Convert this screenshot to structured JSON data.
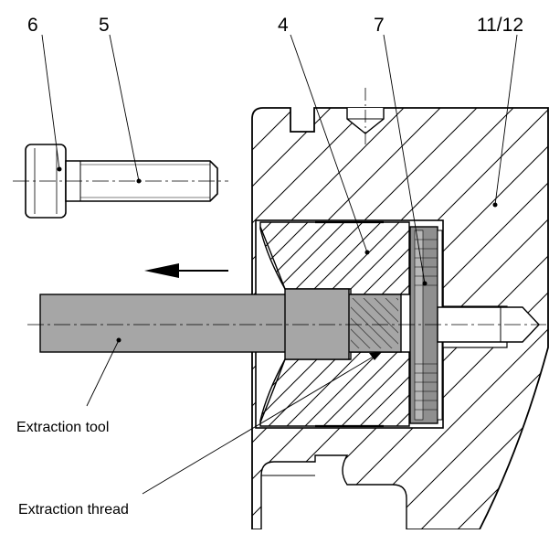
{
  "callouts": {
    "c6": "6",
    "c5": "5",
    "c4": "4",
    "c7": "7",
    "c1112": "11/12"
  },
  "captions": {
    "extraction_tool": "Extraction tool",
    "extraction_thread": "Extraction thread"
  },
  "colors": {
    "line": "#000000",
    "tool_fill": "#a6a6a6",
    "seal_fill": "#8f8f8f",
    "body_fill": "#ffffff"
  }
}
